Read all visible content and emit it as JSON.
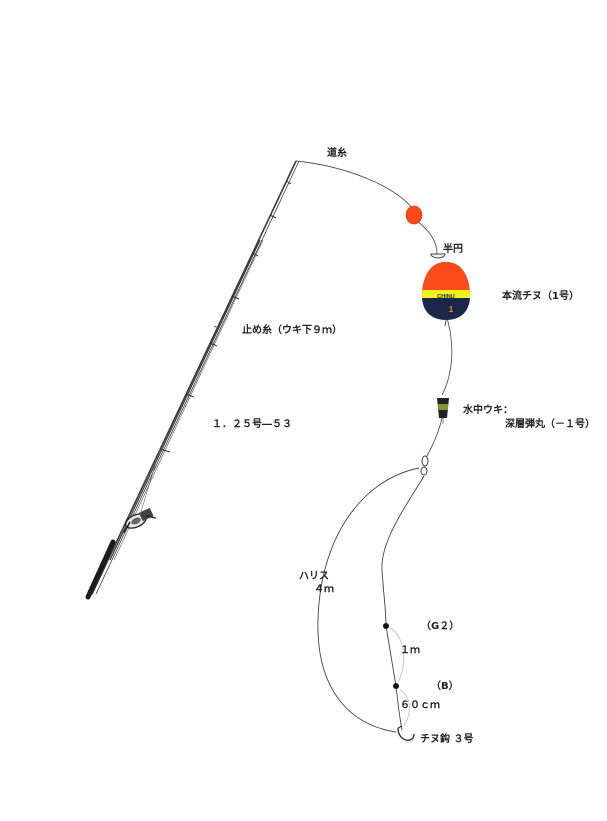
{
  "labels": {
    "michiito": "道糸",
    "hanen": "半円",
    "main_float": "本流チヌ（1号）",
    "stopper": "止め糸（ウキ下９ｍ）",
    "line_spec": "１．２５号―５３",
    "underwater_float_1": "水中ウキ：",
    "underwater_float_2": "深層弾丸（－１号）",
    "harisu_1": "ハリス",
    "harisu_2": "４ｍ",
    "shot_g2": "（G２）",
    "len_1m": "１ｍ",
    "shot_b": "（B）",
    "len_60cm": "６０ｃｍ",
    "hook": "チヌ鈎 ３号"
  },
  "float_text": {
    "brand": "CHINU",
    "number": "1"
  },
  "colors": {
    "float_orange": "#ff4a1a",
    "float_yellow": "#f2f21e",
    "float_navy": "#1b2748",
    "line": "#555555",
    "rod": "#3a3a3a"
  }
}
